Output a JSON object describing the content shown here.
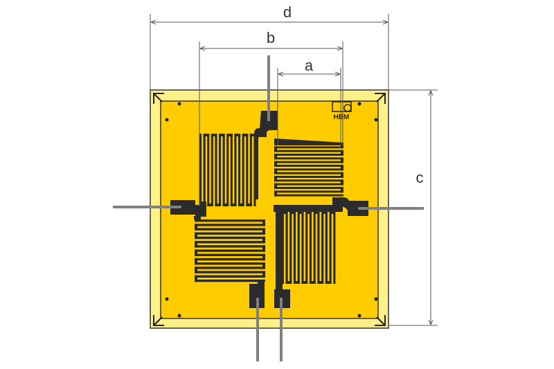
{
  "dimensions": {
    "a": "a",
    "b": "b",
    "c": "c",
    "d": "d"
  },
  "logo": {
    "text": "HBM"
  },
  "colors": {
    "carrier_outer": "#FFF08A",
    "carrier_inner": "#FFCC00",
    "grid": "#2B2B2B",
    "wire": "#808080"
  }
}
